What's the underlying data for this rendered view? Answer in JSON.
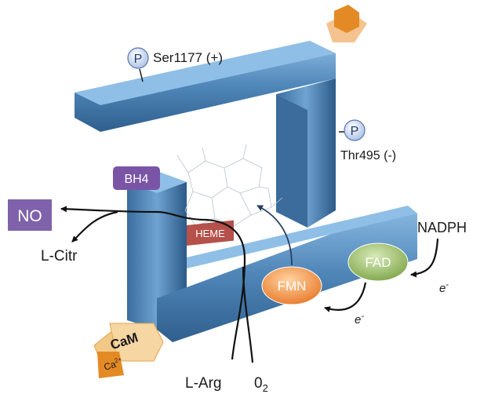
{
  "phospho_sites": {
    "symbol": "P",
    "ser": "Ser1177 (+)",
    "thr": "Thr495 (-)"
  },
  "cofactors": {
    "bh4": "BH4",
    "heme": "HEME",
    "fmn": "FMN",
    "fad": "FAD",
    "cam": "CaM",
    "ca": "Ca",
    "ca_charge": "2+"
  },
  "metabolites": {
    "no": "NO",
    "citrulline": "L-Citr",
    "arginine": "L-Arg",
    "oxygen_base": "0",
    "oxygen_sub": "2",
    "nadph": "NADPH",
    "electron_base": "e",
    "electron_sup": "-"
  },
  "colors": {
    "enzyme_body": "#4f86b8",
    "enzyme_dark": "#2f5f8e",
    "enzyme_top": "#7fb0da",
    "bh4_box": "#7a55a6",
    "heme_box": "#b5504a",
    "no_box": "#7f62aa",
    "fmn": "#ef8d3a",
    "fad": "#8fb558",
    "phospho": "#c9d8ef",
    "cam": "#f0c27a"
  }
}
